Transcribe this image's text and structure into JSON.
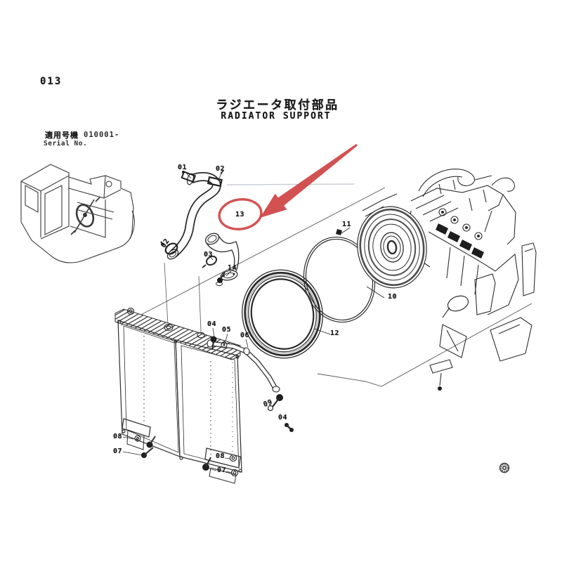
{
  "page": {
    "number": "013"
  },
  "serial": {
    "label_jp": "適用号機",
    "range": "010001-",
    "label_en": "Serial No."
  },
  "title": {
    "jp": "ラジエータ取付部品",
    "en": "RADIATOR SUPPORT"
  },
  "colors": {
    "highlight_red": "#cf3f3f",
    "ink": "#2e2e2e"
  },
  "highlight": {
    "circled_part": "13"
  },
  "parts": [
    {
      "label": "01"
    },
    {
      "label": "02"
    },
    {
      "label": "02"
    },
    {
      "label": "03"
    },
    {
      "label": "14"
    },
    {
      "label": "13"
    },
    {
      "label": "04"
    },
    {
      "label": "05"
    },
    {
      "label": "06"
    },
    {
      "label": "09"
    },
    {
      "label": "04"
    },
    {
      "label": "11"
    },
    {
      "label": "10"
    },
    {
      "label": "12"
    },
    {
      "label": "08"
    },
    {
      "label": "07"
    },
    {
      "label": "08"
    },
    {
      "label": "07"
    }
  ]
}
